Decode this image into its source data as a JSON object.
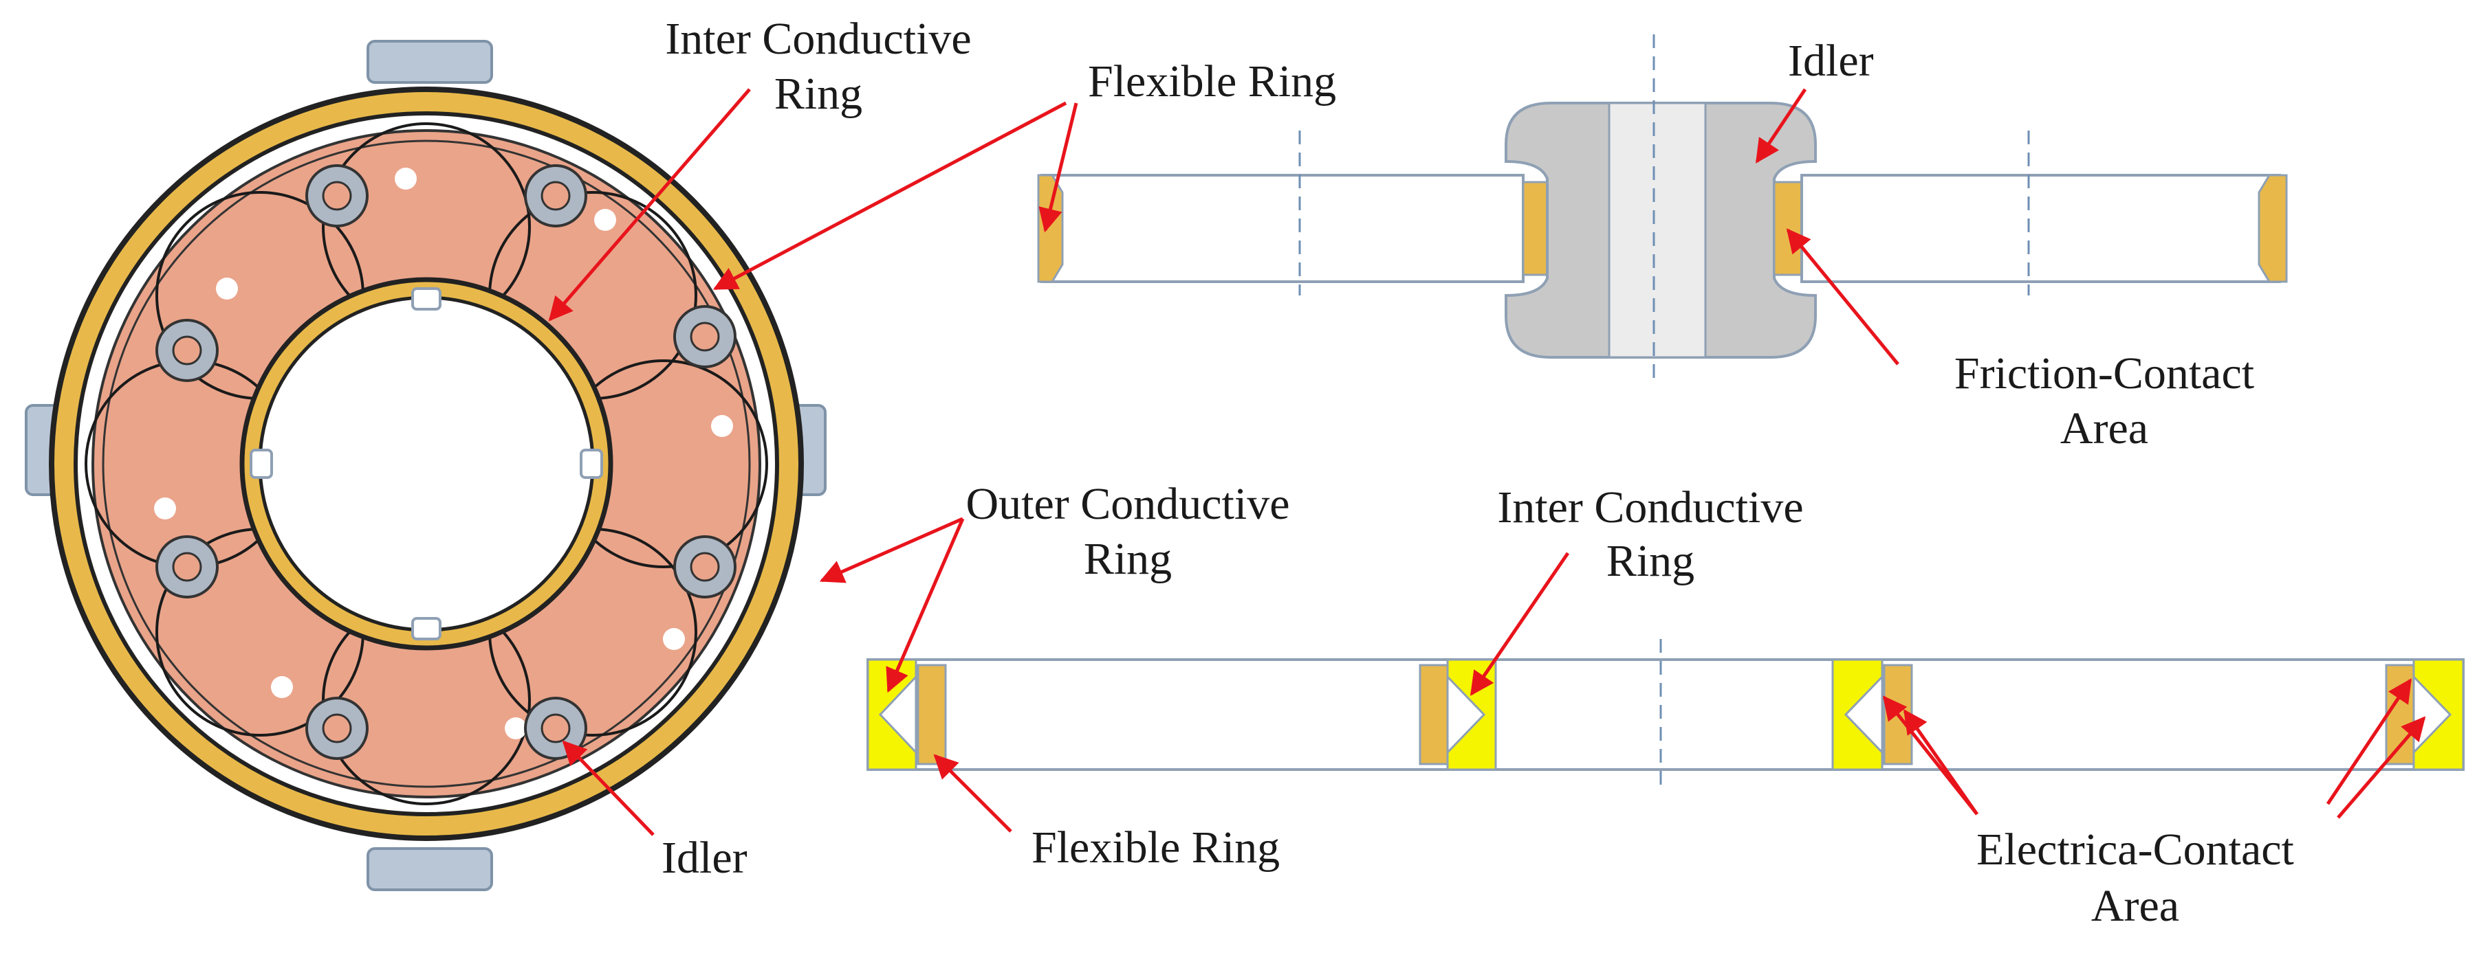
{
  "labels": {
    "inter_ring_top_line1": "Inter Conductive",
    "inter_ring_top_line2": "Ring",
    "flexible_ring_top": "Flexible Ring",
    "idler_top": "Idler",
    "friction_line1": "Friction-Contact",
    "friction_line2": "Area",
    "outer_ring_line1": "Outer Conductive",
    "outer_ring_line2": "Ring",
    "inter_ring_mid_line1": "Inter Conductive",
    "inter_ring_mid_line2": "Ring",
    "idler_bottom": "Idler",
    "flexible_ring_bottom": "Flexible Ring",
    "electrical_line1": "Electrica-Contact",
    "electrical_line2": "Area"
  },
  "colors": {
    "arrow": "#e8141c",
    "gold": "#e8b94a",
    "copper": "#eaa48a",
    "yellow": "#f5f500",
    "idler_gray": "#c8c8c8",
    "outline": "#8fa0b4"
  }
}
